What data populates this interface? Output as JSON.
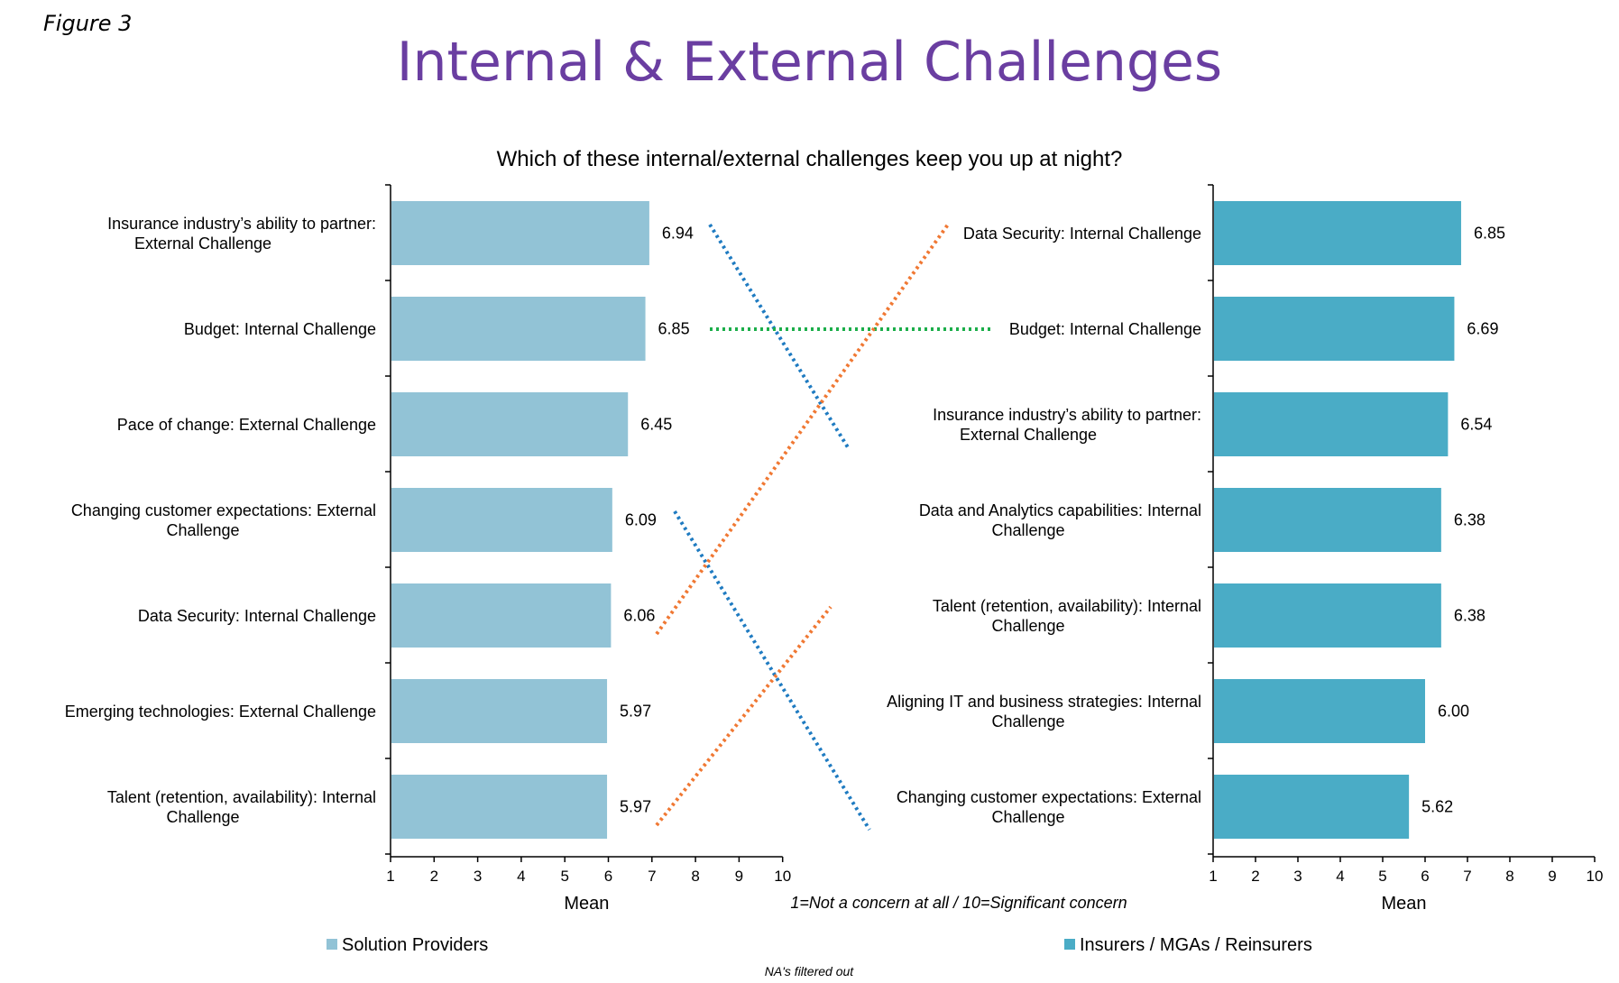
{
  "figure_label": "Figure 3",
  "title": "Internal & External Challenges",
  "question": "Which of these internal/external challenges keep you up at night?",
  "scale_note": "1=Not a concern at all / 10=Significant concern",
  "footnote": "NA's filtered out",
  "colors": {
    "solution_providers": "#92c3d6",
    "insurers": "#4aacc6",
    "connector_blue": "#1f7bc1",
    "connector_orange": "#f07833",
    "connector_green": "#1cae4a",
    "title": "#6a3ea1"
  },
  "chart_data": [
    {
      "type": "bar",
      "orientation": "horizontal",
      "categories": [
        "Insurance industry’s ability to partner: External Challenge",
        "Budget: Internal Challenge",
        "Pace of change: External Challenge",
        "Changing customer expectations: External Challenge",
        "Data Security: Internal Challenge",
        "Emerging technologies: External Challenge",
        "Talent (retention, availability): Internal Challenge"
      ],
      "series": [
        {
          "name": "Solution Providers",
          "values": [
            6.94,
            6.85,
            6.45,
            6.09,
            6.06,
            5.97,
            5.97
          ]
        }
      ],
      "value_labels": [
        "6.94",
        "6.85",
        "6.45",
        "6.09",
        "6.06",
        "5.97",
        "5.97"
      ],
      "xlabel": "Mean",
      "xlim": [
        1,
        10
      ],
      "xticks": [
        "1",
        "2",
        "3",
        "4",
        "5",
        "6",
        "7",
        "8",
        "9",
        "10"
      ],
      "legend_position": "bottom-left"
    },
    {
      "type": "bar",
      "orientation": "horizontal",
      "categories": [
        "Data Security: Internal Challenge",
        "Budget: Internal Challenge",
        "Insurance industry’s ability to partner: External Challenge",
        "Data and Analytics capabilities: Internal Challenge",
        "Talent (retention, availability): Internal Challenge",
        "Aligning IT and business strategies: Internal Challenge",
        "Changing customer expectations: External Challenge"
      ],
      "series": [
        {
          "name": "Insurers / MGAs / Reinsurers",
          "values": [
            6.85,
            6.69,
            6.54,
            6.38,
            6.38,
            6.0,
            5.62
          ]
        }
      ],
      "value_labels": [
        "6.85",
        "6.69",
        "6.54",
        "6.38",
        "6.38",
        "6.00",
        "5.62"
      ],
      "xlabel": "Mean",
      "xlim": [
        1,
        10
      ],
      "xticks": [
        "1",
        "2",
        "3",
        "4",
        "5",
        "6",
        "7",
        "8",
        "9",
        "10"
      ],
      "legend_position": "bottom-right"
    }
  ],
  "connectors": [
    {
      "item": "Insurance industry’s ability to partner: External Challenge",
      "from_rank": 1,
      "to_rank": 3,
      "color": "connector_blue"
    },
    {
      "item": "Budget: Internal Challenge",
      "from_rank": 2,
      "to_rank": 2,
      "color": "connector_green"
    },
    {
      "item": "Changing customer expectations: External Challenge",
      "from_rank": 4,
      "to_rank": 7,
      "color": "connector_blue"
    },
    {
      "item": "Data Security: Internal Challenge",
      "from_rank": 5,
      "to_rank": 1,
      "color": "connector_orange"
    },
    {
      "item": "Talent (retention, availability): Internal Challenge",
      "from_rank": 7,
      "to_rank": 5,
      "color": "connector_orange"
    }
  ]
}
